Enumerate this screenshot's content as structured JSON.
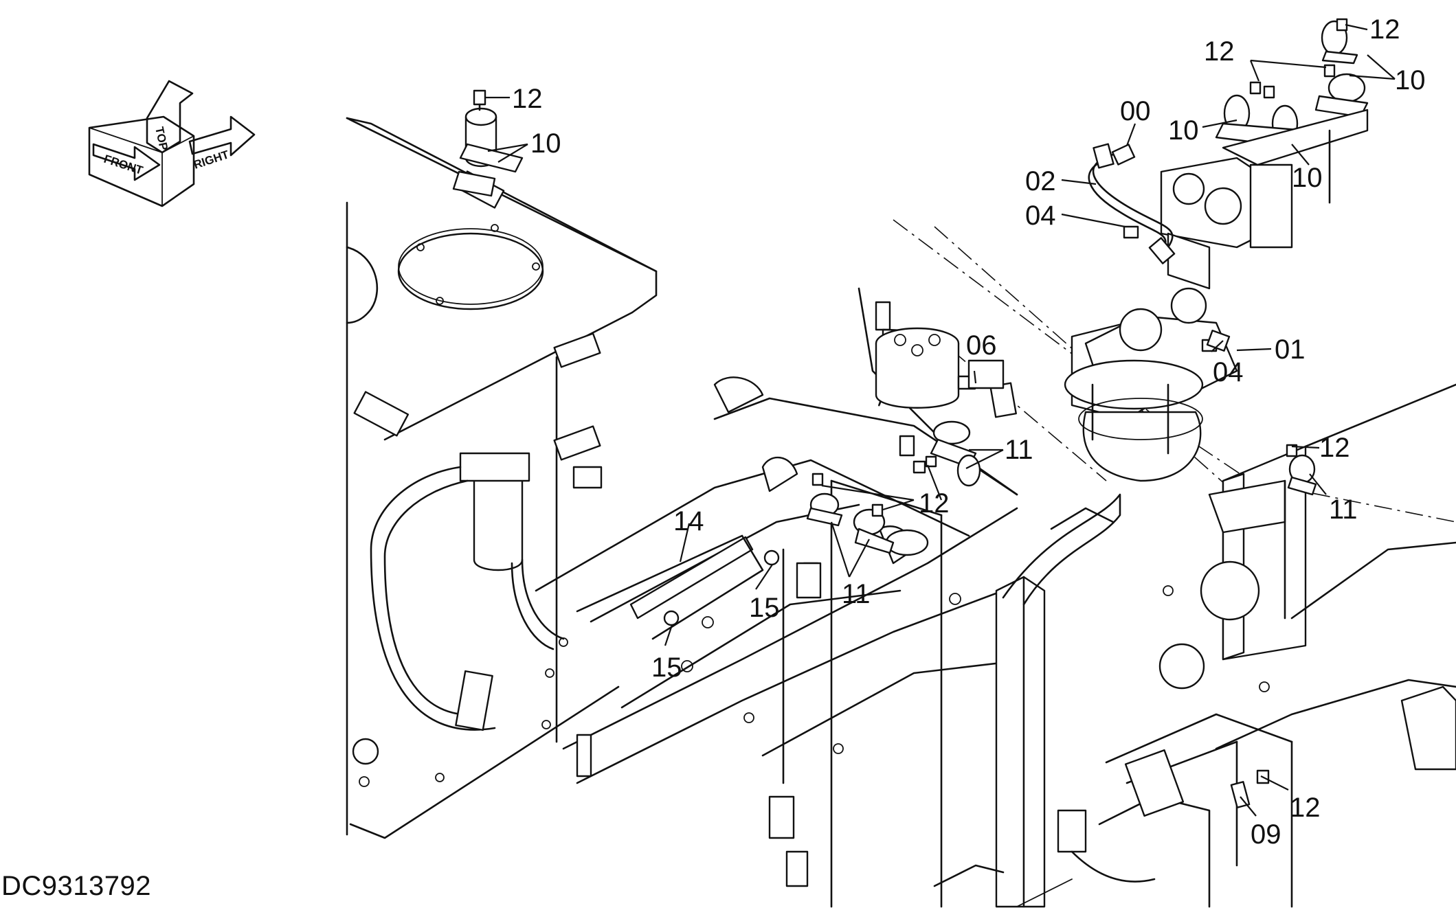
{
  "drawing_id": "DC9313792",
  "orientation": {
    "top": "TOP",
    "front": "FRONT",
    "right": "RIGHT"
  },
  "callouts": {
    "c00": "00",
    "c01": "01",
    "c02": "02",
    "c04a": "04",
    "c04b": "04",
    "c06": "06",
    "c09": "09",
    "c10a": "10",
    "c10b": "10",
    "c10c": "10",
    "c10d": "10",
    "c11a": "11",
    "c11b": "11",
    "c11c": "11",
    "c12a": "12",
    "c12b": "12",
    "c12c": "12",
    "c12d": "12",
    "c12e": "12",
    "c12f": "12",
    "c14": "14",
    "c15a": "15",
    "c15b": "15"
  }
}
